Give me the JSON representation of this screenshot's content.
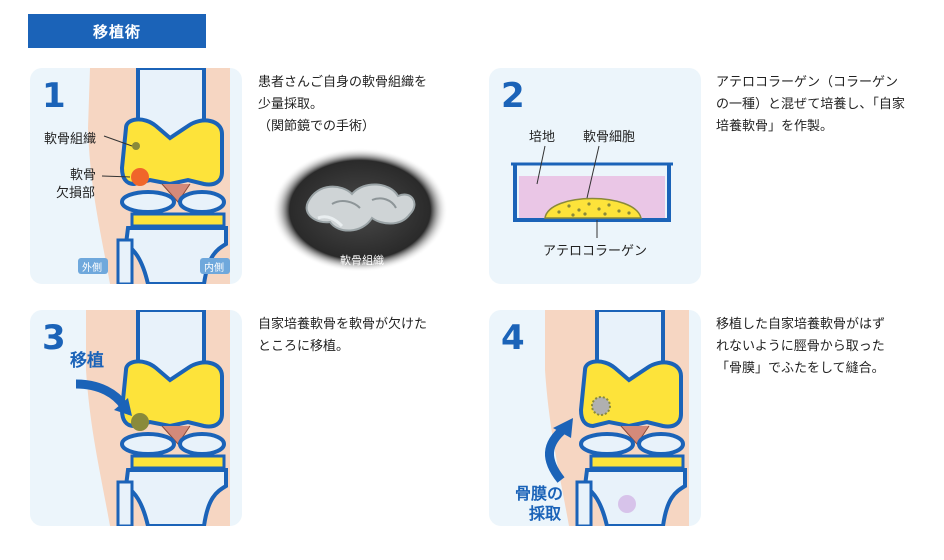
{
  "title": "移植術",
  "steps": [
    {
      "num": "1",
      "labels": {
        "tissue": "軟骨組織",
        "defect_1": "軟骨",
        "defect_2": "欠損部",
        "outer": "外側",
        "inner": "内側"
      },
      "desc": [
        "患者さんご自身の軟骨組織を",
        "少量採取。",
        "（関節鏡での手術）"
      ],
      "photo_label": "軟骨組織"
    },
    {
      "num": "2",
      "labels": {
        "medium": "培地",
        "cells": "軟骨細胞",
        "atelocollagen": "アテロコラーゲン"
      },
      "desc": [
        "アテロコラーゲン（コラーゲン",
        "の一種）と混ぜて培養し、「自家",
        "培養軟骨」を作製。"
      ]
    },
    {
      "num": "3",
      "labels": {
        "transplant": "移植"
      },
      "desc": [
        "自家培養軟骨を軟骨が欠けた",
        "ところに移植。"
      ]
    },
    {
      "num": "4",
      "labels": {
        "periosteum_1": "骨膜の",
        "periosteum_2": "採取"
      },
      "desc": [
        "移植した自家培養軟骨がはず",
        "れないように脛骨から取った",
        "「骨膜」でふたをして縫合。"
      ]
    }
  ],
  "colors": {
    "title_bg": "#1b63b8",
    "panel_bg": "#ecf5fb",
    "skin": "#f6d6c2",
    "bone": "#e8f2fa",
    "outline": "#1b63b8",
    "cartilage": "#fde33a",
    "defect": "#f0662a",
    "transplant": "#8a8a3a",
    "dish_medium": "#eac6e6"
  }
}
